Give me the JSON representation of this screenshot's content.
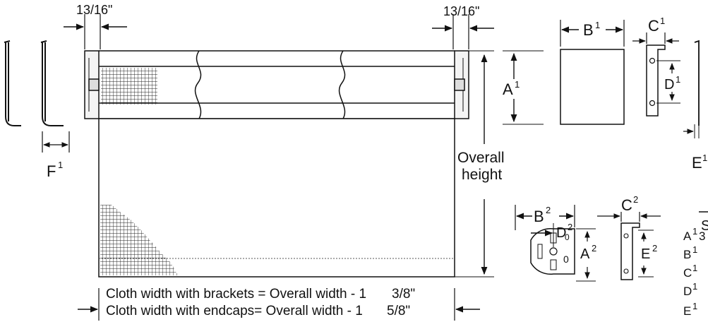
{
  "dims": {
    "bracket_gap_left": "13/16\"",
    "bracket_gap_right": "13/16\""
  },
  "labels": {
    "overall_height_line1": "Overall",
    "overall_height_line2": "height",
    "f1": "F",
    "a1": "A",
    "b1": "B",
    "c1": "C",
    "d1": "D",
    "e1": "E",
    "b2": "B",
    "d2": "D",
    "a2": "A",
    "c2": "C",
    "e2": "E",
    "sup1": "1",
    "sup2": "2",
    "slot_zero": "0"
  },
  "notes": {
    "brackets": "Cloth width with brackets = Overall width - 1",
    "brackets_frac": "3/8\"",
    "endcaps": "Cloth width with endcaps= Overall width - 1",
    "endcaps_frac": "5/8\""
  },
  "side_list": {
    "header": "S",
    "items": [
      "A",
      "B",
      "C",
      "D",
      "E"
    ],
    "first_value": "3"
  }
}
